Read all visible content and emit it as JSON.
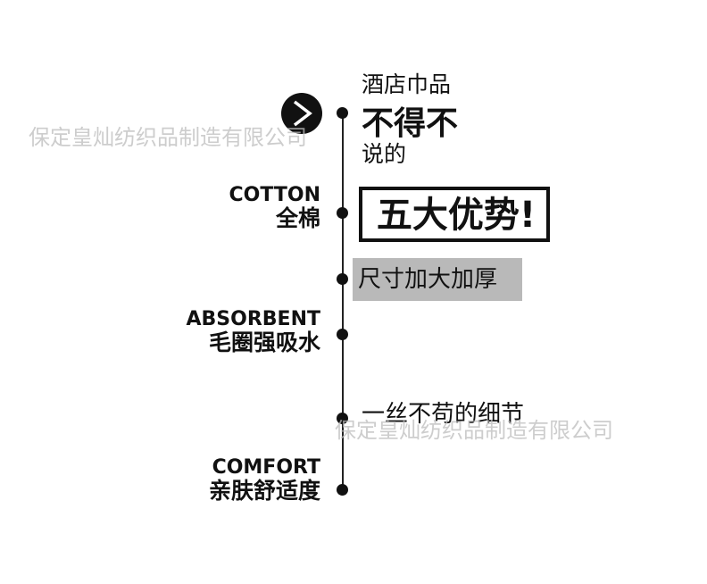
{
  "header": {
    "title": "酒店巾品",
    "headline": "不得不",
    "subline": "说的"
  },
  "advantage_badge": "五大优势!",
  "features": {
    "cotton": {
      "en": "COTTON",
      "zh": "全棉"
    },
    "size": {
      "zh": "尺寸加大加厚"
    },
    "absorbent": {
      "en": "ABSORBENT",
      "zh": "毛圈强吸水"
    },
    "detail": {
      "zh": "一丝不苟的细节"
    },
    "comfort": {
      "en": "COMFORT",
      "zh": "亲肤舒适度"
    }
  },
  "watermarks": [
    "保定皇灿纺织品制造有限公司",
    "保定皇灿纺织品制造有限公司"
  ],
  "colors": {
    "accent": "#111111",
    "highlight_bg": "#b9b9b9",
    "watermark": "#bdbdbd"
  },
  "icons": {
    "arrow": "chevron-right-icon"
  }
}
